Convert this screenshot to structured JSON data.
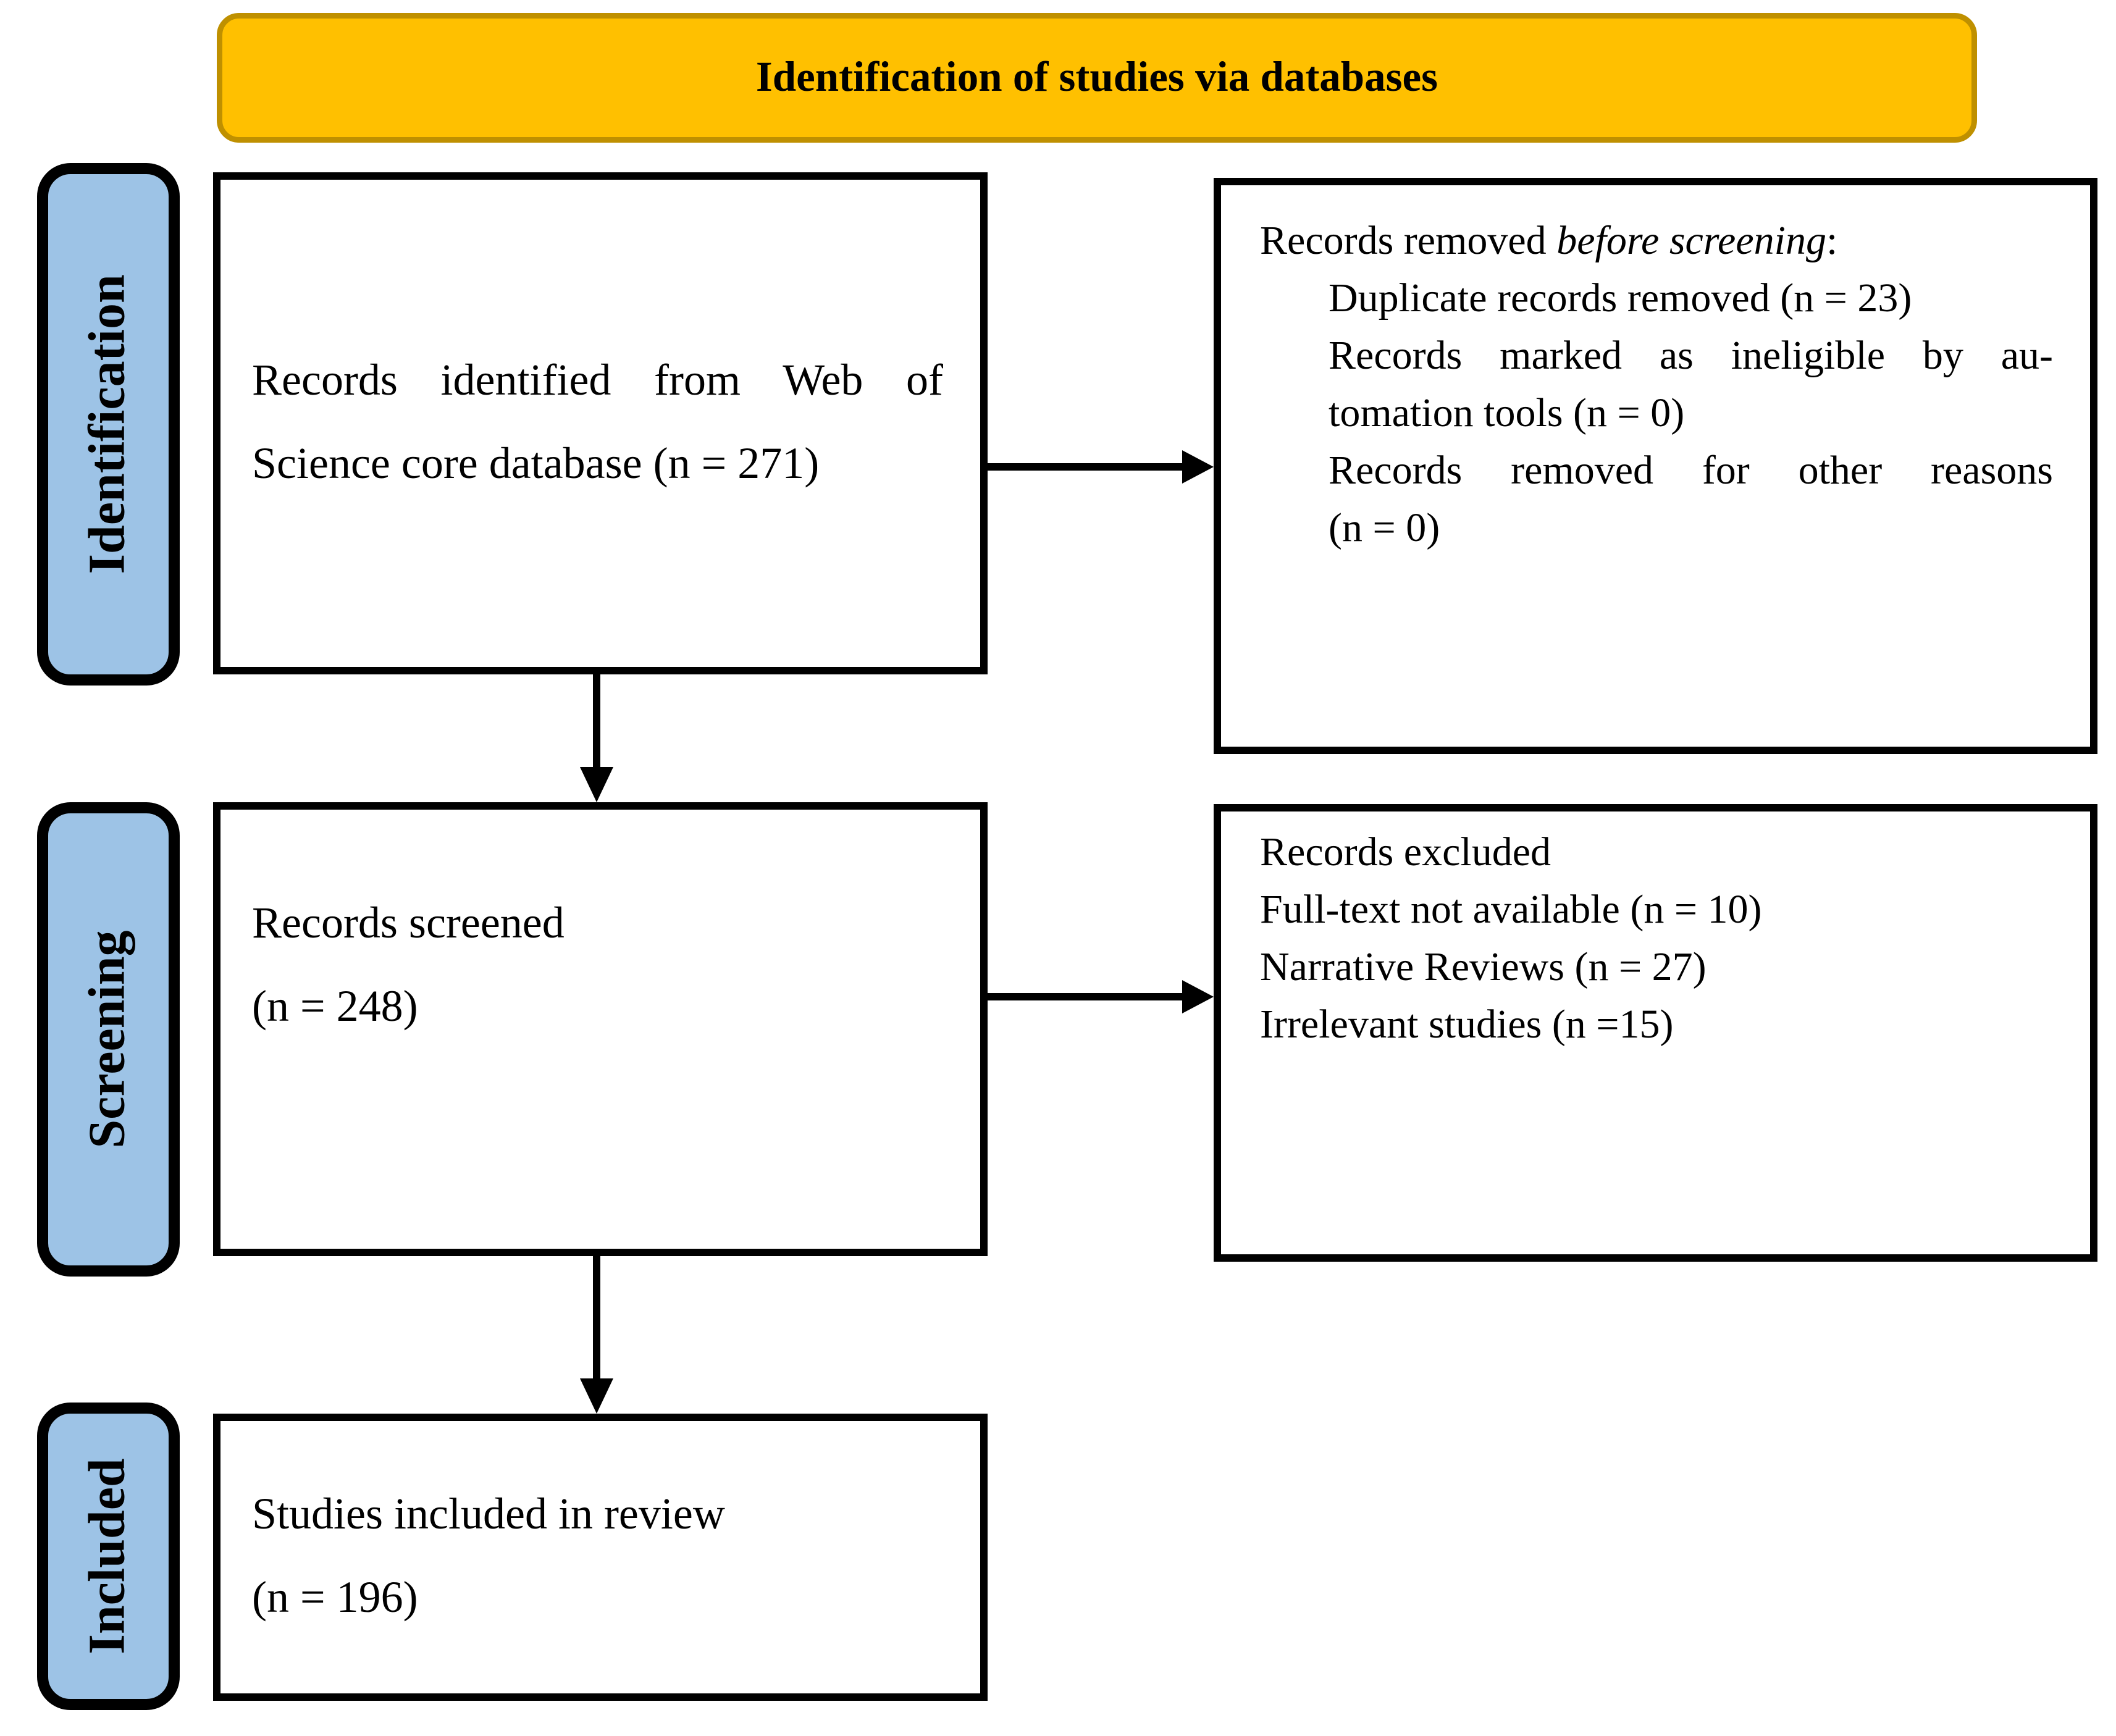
{
  "title": "Identification of studies via databases",
  "colors": {
    "header_fill": "#FFC000",
    "header_border": "#BF9000",
    "side_label_fill": "#9DC3E6",
    "line_color": "#000000"
  },
  "side_labels": [
    {
      "id": "identification",
      "text": "Identification"
    },
    {
      "id": "screening",
      "text": "Screening"
    },
    {
      "id": "included",
      "text": "Included"
    }
  ],
  "boxes": {
    "records_identified": {
      "lines": [
        {
          "text": "Records identified from Web of",
          "justify": true
        },
        {
          "text": "Science core database (n = 271)"
        }
      ]
    },
    "records_removed": {
      "lines": [
        {
          "segments": [
            {
              "text": "Records removed "
            },
            {
              "text": "before screening",
              "italic": true
            },
            {
              "text": ":"
            }
          ]
        },
        {
          "text": "Duplicate records removed (n = 23)",
          "indent": true
        },
        {
          "text": "Records marked as ineligible by au-",
          "indent": true,
          "justify": true
        },
        {
          "text": "tomation tools (n = 0)",
          "indent": true
        },
        {
          "text": "Records removed for other reasons",
          "indent": true,
          "justify": true
        },
        {
          "text": "(n = 0)",
          "indent": true
        }
      ]
    },
    "records_screened": {
      "lines": [
        {
          "text": "Records screened"
        },
        {
          "text": "(n = 248)"
        }
      ]
    },
    "records_excluded": {
      "lines": [
        {
          "text": "Records excluded"
        },
        {
          "text": "Full-text not available (n = 10)"
        },
        {
          "text": "Narrative Reviews (n = 27)"
        },
        {
          "text": "Irrelevant studies (n =15)"
        }
      ]
    },
    "studies_included": {
      "lines": [
        {
          "text": "Studies included in review"
        },
        {
          "text": "(n = 196)"
        }
      ]
    }
  }
}
